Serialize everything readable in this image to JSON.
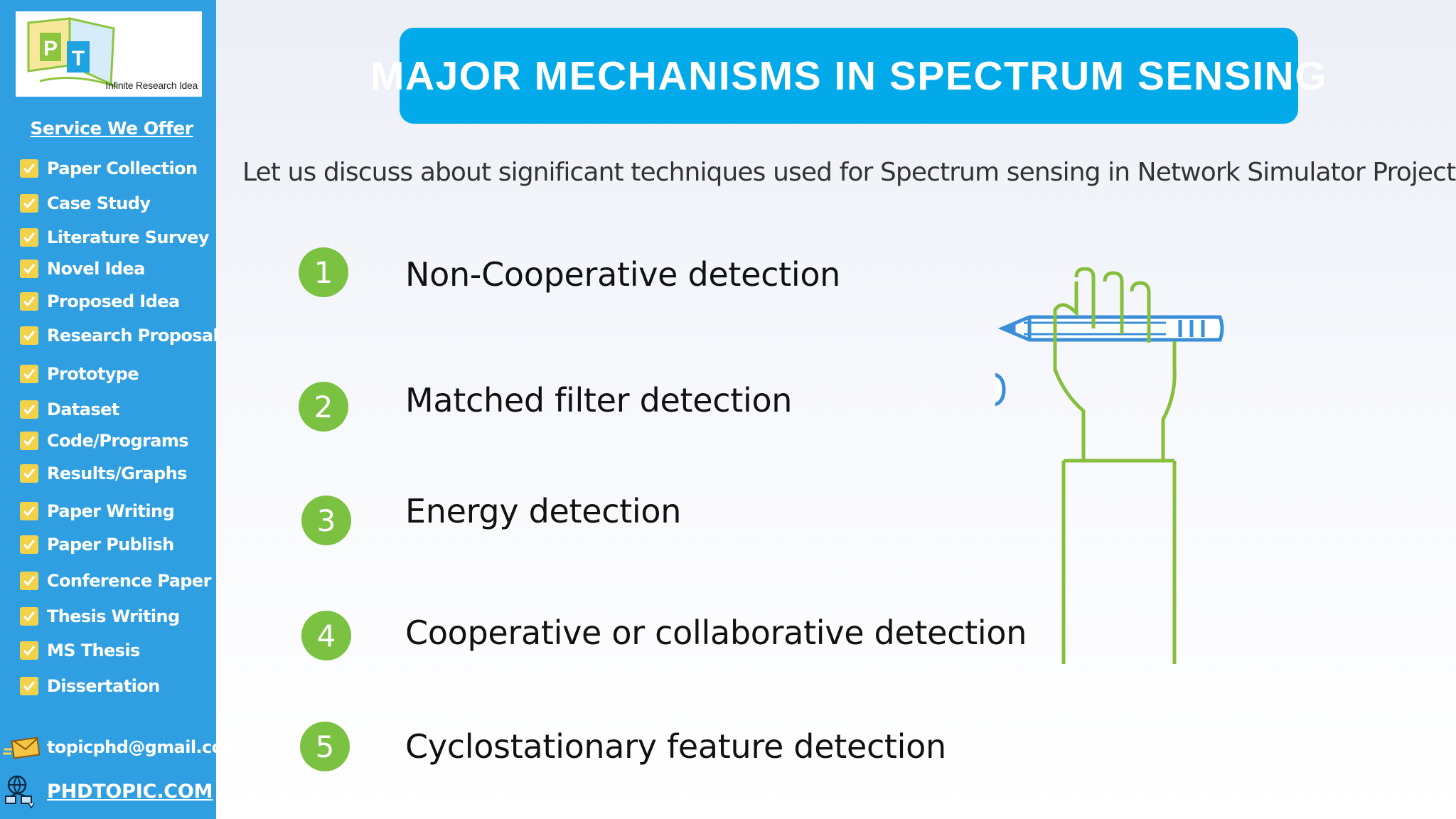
{
  "logo": {
    "letters": [
      "P",
      "T"
    ],
    "tagline": "Infinite Research Idea"
  },
  "sidebar": {
    "heading": "Service We Offer",
    "items": [
      {
        "label": "Paper Collection"
      },
      {
        "label": "Case Study"
      },
      {
        "label": "Literature Survey"
      },
      {
        "label": "Novel Idea"
      },
      {
        "label": "Proposed Idea"
      },
      {
        "label": "Research Proposal"
      },
      {
        "label": "Prototype"
      },
      {
        "label": "Dataset"
      },
      {
        "label": "Code/Programs"
      },
      {
        "label": "Results/Graphs"
      },
      {
        "label": "Paper Writing"
      },
      {
        "label": "Paper Publish"
      },
      {
        "label": "Conference Paper"
      },
      {
        "label": "Thesis Writing"
      },
      {
        "label": "MS Thesis"
      },
      {
        "label": "Dissertation"
      }
    ],
    "contact": {
      "email": "topicphd@gmail.com",
      "website": "PHDTOPIC.COM"
    }
  },
  "main": {
    "title": "MAJOR MECHANISMS IN SPECTRUM SENSING",
    "intro": "Let us discuss about significant techniques used for Spectrum sensing in Network Simulator Projects,",
    "points": [
      {
        "number": "1",
        "text": "Non-Cooperative detection"
      },
      {
        "number": "2",
        "text": "Matched filter detection"
      },
      {
        "number": "3",
        "text": "Energy detection"
      },
      {
        "number": "4",
        "text": "Cooperative or collaborative detection"
      },
      {
        "number": "5",
        "text": "Cyclostationary feature detection"
      }
    ]
  },
  "colors": {
    "sidebar_bg": "#2f9fe2",
    "title_banner": "#03aae9",
    "number_circle": "#7cc242",
    "check_box": "#f3d24b",
    "illustration_blue": "#3b8fd9",
    "illustration_green": "#86bf3e"
  },
  "icons": [
    "check-icon",
    "envelope-icon",
    "globe-network-icon",
    "hand-holding-pencil-icon",
    "document-globe-icon"
  ]
}
